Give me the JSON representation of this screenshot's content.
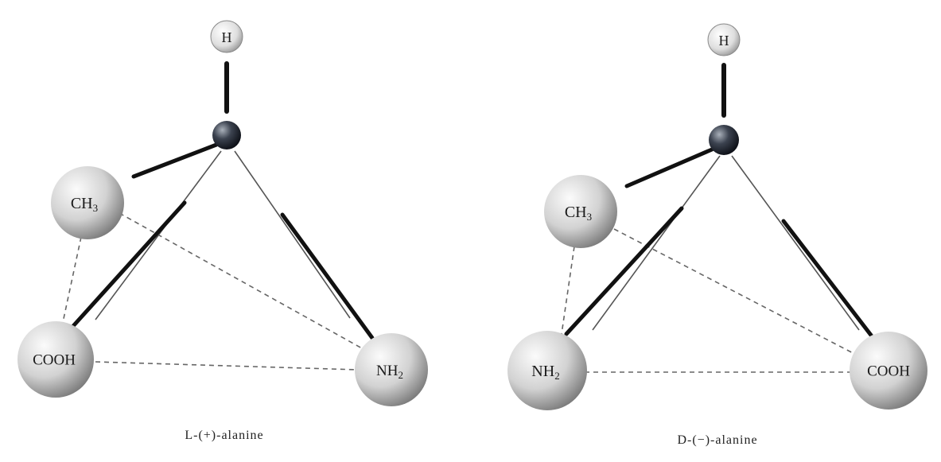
{
  "molecules": [
    {
      "caption": "L-(+)-alanine",
      "atoms": {
        "h": "H",
        "c": "",
        "ch3": "CH",
        "ch3_sub": "3",
        "cooh": "COOH",
        "nh2": "NH",
        "nh2_sub": "2"
      }
    },
    {
      "caption": "D-(−)-alanine",
      "atoms": {
        "h": "H",
        "c": "",
        "ch3": "CH",
        "ch3_sub": "3",
        "nh2": "NH",
        "nh2_sub": "2",
        "cooh": "COOH"
      }
    }
  ],
  "colors": {
    "sphere_light": "#f4f4f4",
    "sphere_mid": "#c8c8c8",
    "sphere_dark": "#7a7a7a",
    "carbon_light": "#9aa0a8",
    "carbon_dark": "#1d222b",
    "bond": "#111111"
  }
}
